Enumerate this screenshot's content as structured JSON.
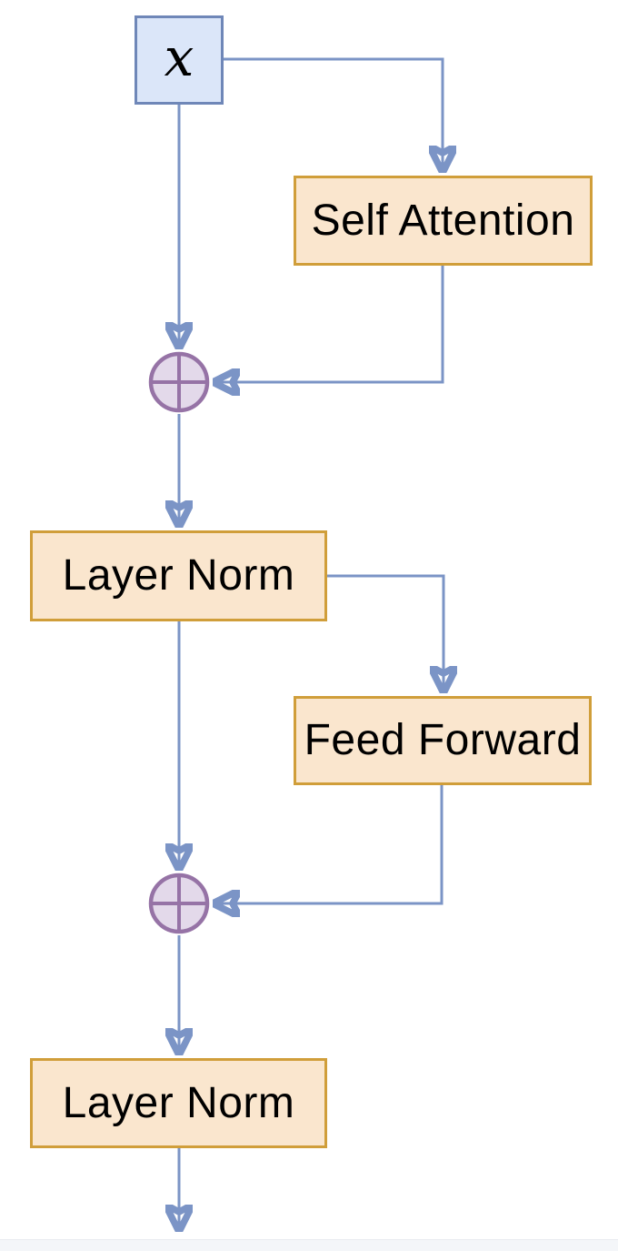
{
  "diagram": {
    "description": "Transformer block flow diagram (post-layer-norm): input x feeds Self Attention and a residual add, then Layer Norm, Feed Forward with residual add, then final Layer Norm",
    "edge_color": "#7b94c6",
    "nodes": [
      {
        "id": "input",
        "label": "x",
        "shape": "square",
        "fill": "#dbe6f9",
        "stroke": "#6f87b8"
      },
      {
        "id": "self-attention",
        "label": "Self Attention",
        "shape": "rect",
        "fill": "#fae6ce",
        "stroke": "#d09e3a"
      },
      {
        "id": "add-1",
        "label": "+",
        "shape": "circle-plus",
        "fill": "#e3d9ea",
        "stroke": "#9673a6"
      },
      {
        "id": "layer-norm-1",
        "label": "Layer Norm",
        "shape": "rect",
        "fill": "#fae6ce",
        "stroke": "#d09e3a"
      },
      {
        "id": "feed-forward",
        "label": "Feed Forward",
        "shape": "rect",
        "fill": "#fae6ce",
        "stroke": "#d09e3a"
      },
      {
        "id": "add-2",
        "label": "+",
        "shape": "circle-plus",
        "fill": "#e3d9ea",
        "stroke": "#9673a6"
      },
      {
        "id": "layer-norm-2",
        "label": "Layer Norm",
        "shape": "rect",
        "fill": "#fae6ce",
        "stroke": "#d09e3a"
      }
    ],
    "edges": [
      {
        "from": "input",
        "to": "self-attention"
      },
      {
        "from": "input",
        "to": "add-1"
      },
      {
        "from": "self-attention",
        "to": "add-1"
      },
      {
        "from": "add-1",
        "to": "layer-norm-1"
      },
      {
        "from": "layer-norm-1",
        "to": "feed-forward"
      },
      {
        "from": "layer-norm-1",
        "to": "add-2"
      },
      {
        "from": "feed-forward",
        "to": "add-2"
      },
      {
        "from": "add-2",
        "to": "layer-norm-2"
      },
      {
        "from": "layer-norm-2",
        "to": "output"
      }
    ]
  }
}
